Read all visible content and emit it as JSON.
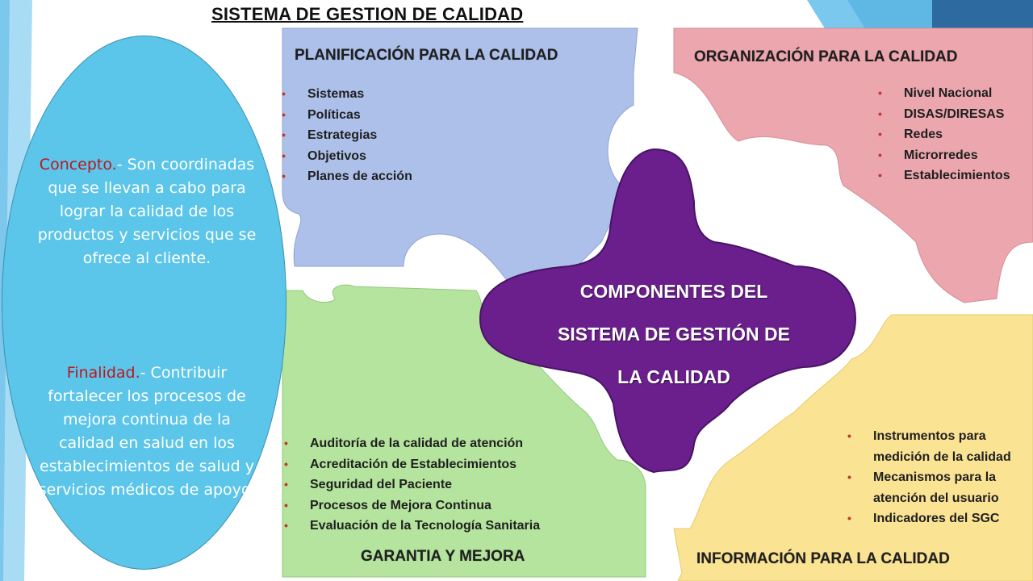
{
  "slide": {
    "title": "SISTEMA DE GESTION DE CALIDAD"
  },
  "sidebar": {
    "concept_label": "Concepto.",
    "concept_text": "- Son coordinadas que se llevan a cabo para lograr la calidad de los productos y servicios que se ofrece al cliente.",
    "purpose_label": "Finalidad.",
    "purpose_text": "- Contribuir fortalecer los procesos de mejora continua de la calidad en salud en los establecimientos de salud y servicios médicos de apoyo."
  },
  "diagram": {
    "center_title_lines": [
      "COMPONENTES DEL",
      "SISTEMA DE GESTIÓN DE",
      "LA CALIDAD"
    ],
    "planning": {
      "heading": "PLANIFICACIÓN PARA LA CALIDAD",
      "items": [
        "Sistemas",
        "Políticas",
        "Estrategias",
        "Objetivos",
        "Planes de acción"
      ]
    },
    "organization": {
      "heading": "ORGANIZACIÓN PARA LA CALIDAD",
      "items": [
        "Nivel Nacional",
        "DISAS/DIRESAS",
        "Redes",
        "Microrredes",
        "Establecimientos"
      ]
    },
    "assurance": {
      "heading": "GARANTIA Y MEJORA",
      "items": [
        "Auditoría de la calidad de atención",
        "Acreditación de Establecimientos",
        "Seguridad del Paciente",
        "Procesos de Mejora Continua",
        "Evaluación de la Tecnología Sanitaria"
      ]
    },
    "information": {
      "heading": "INFORMACIÓN PARA LA CALIDAD",
      "items": [
        "Instrumentos para",
        "medición de la calidad",
        "Mecanismos para la",
        "atención  del usuario",
        "Indicadores del SGC"
      ],
      "bullet_flags": [
        true,
        false,
        true,
        false,
        true
      ]
    }
  },
  "colors": {
    "planning_fill": "#adc0ea",
    "organization_fill": "#eba6ae",
    "assurance_fill": "#b4e49d",
    "information_fill": "#fbe394",
    "center_fill": "#6a1f8c",
    "bubble_fill": "#5bc5ea",
    "label_red": "#c0161b"
  }
}
